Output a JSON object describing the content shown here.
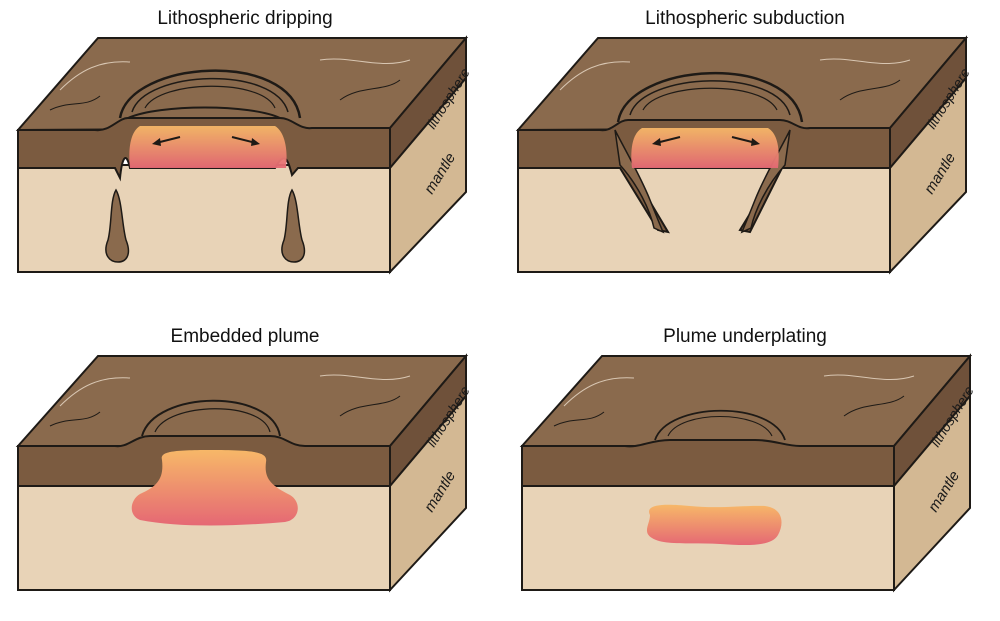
{
  "panels": [
    {
      "title": "Lithospheric dripping",
      "top_label": "lithosphere",
      "side_label": "mantle"
    },
    {
      "title": "Lithospheric subduction",
      "top_label": "lithosphere",
      "side_label": "mantle"
    },
    {
      "title": "Embedded plume",
      "top_label": "lithosphere",
      "side_label": "mantle"
    },
    {
      "title": "Plume underplating",
      "top_label": "lithosphere",
      "side_label": "mantle"
    }
  ],
  "colors": {
    "top_surface": "#8a6a4d",
    "lithosphere_front": "#7b5b40",
    "lithosphere_side": "#6f513a",
    "mantle_front": "#e8d3b7",
    "mantle_side": "#d3b893",
    "outline": "#1e1a16",
    "plume_hot": "#e86b6e",
    "plume_warm": "#f4b06b"
  }
}
